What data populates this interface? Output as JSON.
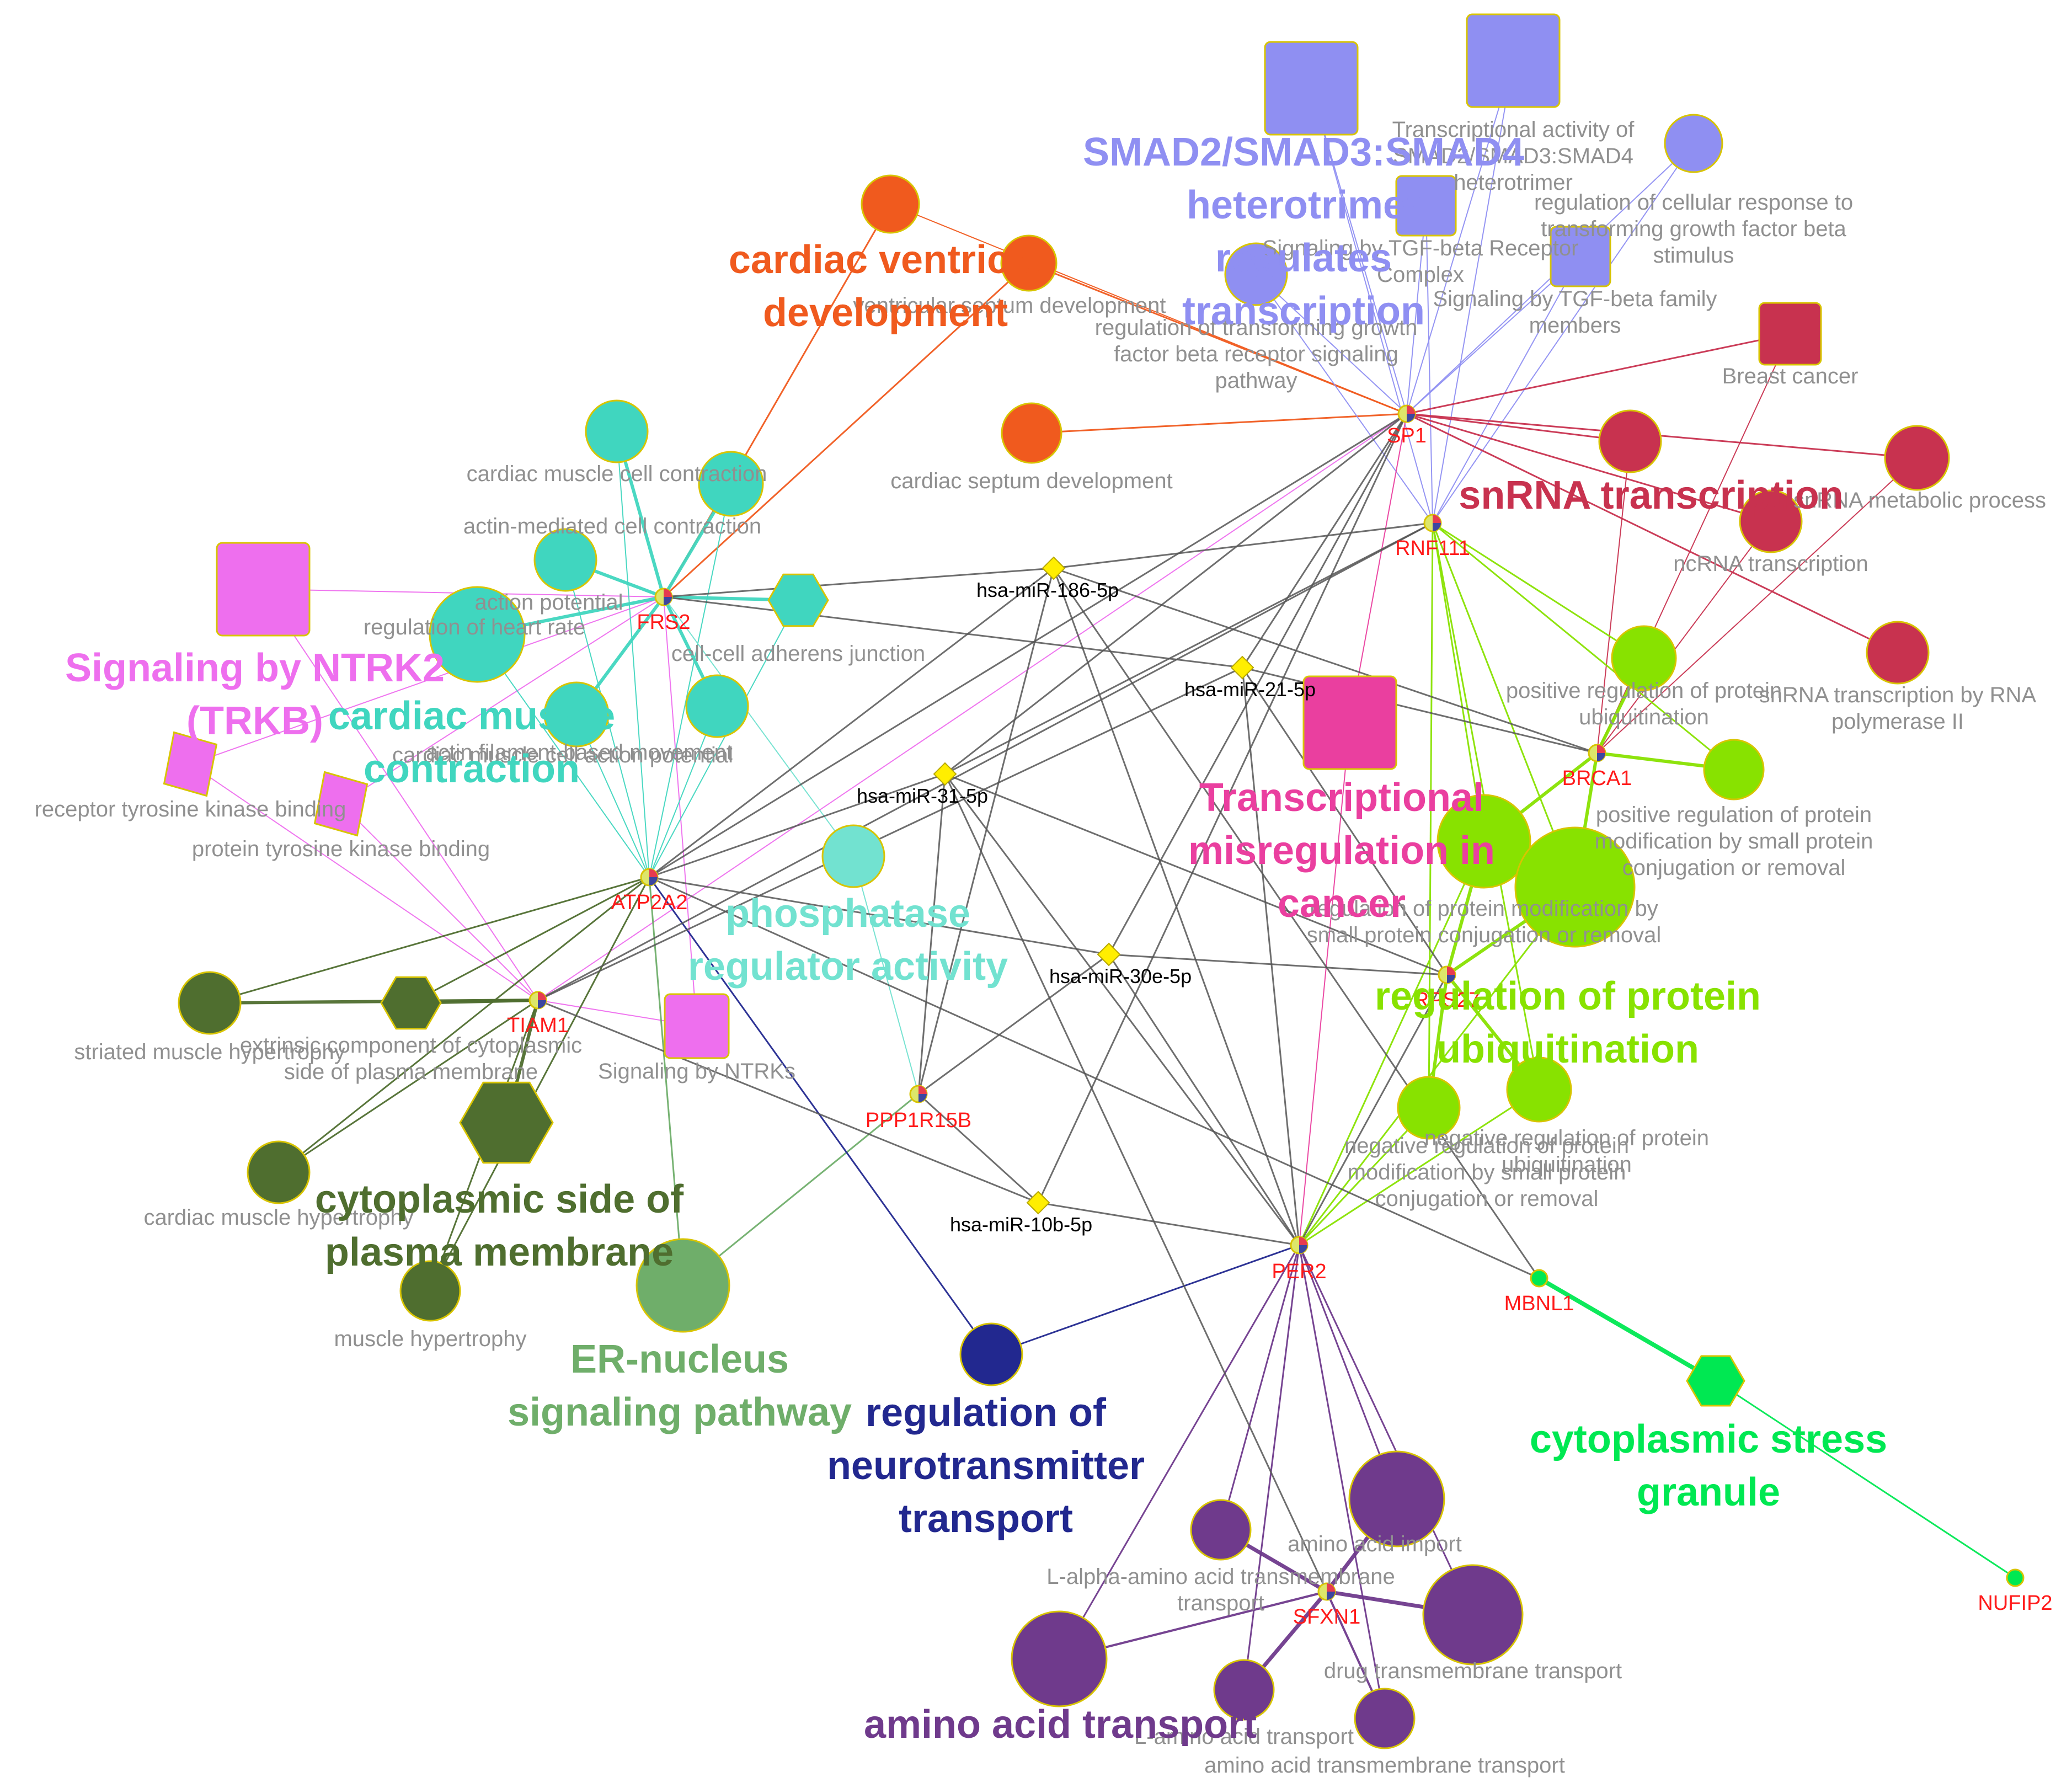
{
  "title": "",
  "colors": {
    "edge_mirna": "#555555",
    "mirna_node": "#ffee00",
    "mirna_border": "#b8a800",
    "node_border": "#d8c400",
    "gene_node": "#dde66a",
    "gene_label": "#ff1a1a",
    "mirna_label": "#000000",
    "term_label": "#909090"
  },
  "clusters": [
    {
      "id": "cardiac_ventricle",
      "label": "cardiac ventricle\ndevelopment",
      "color": "#f05a1e"
    },
    {
      "id": "smad",
      "label": "SMAD2/SMAD3:SMAD4\nheterotrimer\nregulates\ntranscription",
      "color": "#8f8ff2"
    },
    {
      "id": "snrna",
      "label": "snRNA transcription",
      "color": "#c8324f"
    },
    {
      "id": "ntrk2",
      "label": "Signaling by NTRK2\n(TRKB)",
      "color": "#ee6fee"
    },
    {
      "id": "cardiac_muscle",
      "label": "cardiac muscle\ncontraction",
      "color": "#40d6bf"
    },
    {
      "id": "transcr_misreg",
      "label": "Transcriptional\nmisregulation in\ncancer",
      "color": "#ea3f9f"
    },
    {
      "id": "phosphatase",
      "label": "phosphatase\nregulator activity",
      "color": "#72e2d0"
    },
    {
      "id": "prot_ubiq",
      "label": "regulation of protein\nubiquitination",
      "color": "#88e200"
    },
    {
      "id": "cytoplasmic_side",
      "label": "cytoplasmic side of\nplasma membrane",
      "color": "#4f6e2f"
    },
    {
      "id": "er_nucleus",
      "label": "ER-nucleus\nsignaling pathway",
      "color": "#6fae6a"
    },
    {
      "id": "neurotransmitter",
      "label": "regulation of\nneurotransmitter\ntransport",
      "color": "#22288f"
    },
    {
      "id": "stress_granule",
      "label": "cytoplasmic stress\ngranule",
      "color": "#00e852"
    },
    {
      "id": "amino_acid",
      "label": "amino acid transport",
      "color": "#6f3a8c"
    }
  ],
  "genes": [
    {
      "id": "SP1",
      "label": "SP1"
    },
    {
      "id": "RNF111",
      "label": "RNF111"
    },
    {
      "id": "FRS2",
      "label": "FRS2"
    },
    {
      "id": "BRCA1",
      "label": "BRCA1"
    },
    {
      "id": "ATP2A2",
      "label": "ATP2A2"
    },
    {
      "id": "TIAM1",
      "label": "TIAM1"
    },
    {
      "id": "RPS27",
      "label": "RPS27"
    },
    {
      "id": "PPP1R15B",
      "label": "PPP1R15B"
    },
    {
      "id": "PER2",
      "label": "PER2"
    },
    {
      "id": "MBNL1",
      "label": "MBNL1"
    },
    {
      "id": "SFXN1",
      "label": "SFXN1"
    },
    {
      "id": "NUFIP2",
      "label": "NUFIP2"
    }
  ],
  "mirnas": [
    {
      "id": "m186",
      "label": "hsa-miR-186-5p"
    },
    {
      "id": "m21",
      "label": "hsa-miR-21-5p"
    },
    {
      "id": "m31",
      "label": "hsa-miR-31-5p"
    },
    {
      "id": "m30e",
      "label": "hsa-miR-30e-5p"
    },
    {
      "id": "m10b",
      "label": "hsa-miR-10b-5p"
    }
  ],
  "terms": [
    {
      "id": "t_vsd",
      "label": "ventricular septum development",
      "cluster": "cardiac_ventricle",
      "shape": "circle"
    },
    {
      "id": "t_csd",
      "label": "cardiac septum development",
      "cluster": "cardiac_ventricle",
      "shape": "circle"
    },
    {
      "id": "t_cvd",
      "label": "",
      "cluster": "cardiac_ventricle",
      "shape": "circle"
    },
    {
      "id": "t_smad_sq1",
      "label": "",
      "cluster": "smad",
      "shape": "square"
    },
    {
      "id": "t_smad_sq2",
      "label": "Transcriptional activity of\nSMAD2/SMAD3:SMAD4\nheterotrimer",
      "cluster": "smad",
      "shape": "square"
    },
    {
      "id": "t_crtgf",
      "label": "regulation of cellular response to\ntransforming growth factor beta\nstimulus",
      "cluster": "smad",
      "shape": "circle"
    },
    {
      "id": "t_tgfrc",
      "label": "Signaling by TGF-beta Receptor\nComplex",
      "cluster": "smad",
      "shape": "square"
    },
    {
      "id": "t_tgffam",
      "label": "Signaling by TGF-beta family\nmembers",
      "cluster": "smad",
      "shape": "square"
    },
    {
      "id": "t_rtgf",
      "label": "regulation of transforming growth\nfactor beta receptor signaling\npathway",
      "cluster": "smad",
      "shape": "circle"
    },
    {
      "id": "t_bc",
      "label": "Breast cancer",
      "cluster": "snrna",
      "shape": "square"
    },
    {
      "id": "t_snmeta",
      "label": "snRNA metabolic process",
      "cluster": "snrna",
      "shape": "circle"
    },
    {
      "id": "t_sn1",
      "label": "",
      "cluster": "snrna",
      "shape": "circle"
    },
    {
      "id": "t_ncrna",
      "label": "ncRNA transcription",
      "cluster": "snrna",
      "shape": "circle"
    },
    {
      "id": "t_snpol",
      "label": "snRNA transcription by RNA\npolymerase II",
      "cluster": "snrna",
      "shape": "circle"
    },
    {
      "id": "t_snrna",
      "label": "",
      "cluster": "snrna",
      "shape": "circle"
    },
    {
      "id": "t_ntrk2",
      "label": "",
      "cluster": "ntrk2",
      "shape": "square"
    },
    {
      "id": "t_rtkb",
      "label": "receptor tyrosine kinase binding",
      "cluster": "ntrk2",
      "shape": "parallelogram"
    },
    {
      "id": "t_ptkb",
      "label": "protein tyrosine kinase binding",
      "cluster": "ntrk2",
      "shape": "parallelogram"
    },
    {
      "id": "t_sntrks",
      "label": "Signaling by NTRKs",
      "cluster": "ntrk2",
      "shape": "square"
    },
    {
      "id": "t_cmcc",
      "label": "cardiac muscle cell contraction",
      "cluster": "cardiac_muscle",
      "shape": "circle"
    },
    {
      "id": "t_amcc",
      "label": "actin-mediated cell contraction",
      "cluster": "cardiac_muscle",
      "shape": "circle"
    },
    {
      "id": "t_ap",
      "label": "action potential",
      "cluster": "cardiac_muscle",
      "shape": "circle"
    },
    {
      "id": "t_rhr",
      "label": "regulation of heart rate",
      "cluster": "cardiac_muscle",
      "shape": "circle"
    },
    {
      "id": "t_caj",
      "label": "cell-cell adherens junction",
      "cluster": "cardiac_muscle",
      "shape": "hexagon"
    },
    {
      "id": "t_cmc",
      "label": "",
      "cluster": "cardiac_muscle",
      "shape": "circle"
    },
    {
      "id": "t_afbm",
      "label": "actin filament-based movement",
      "cluster": "cardiac_muscle",
      "shape": "circle"
    },
    {
      "id": "t_cmcap",
      "label": "cardiac muscle cell action potential",
      "cluster": "cardiac_muscle",
      "shape": "circle"
    },
    {
      "id": "t_tmc",
      "label": "",
      "cluster": "transcr_misreg",
      "shape": "square"
    },
    {
      "id": "t_pra",
      "label": "",
      "cluster": "phosphatase",
      "shape": "circle"
    },
    {
      "id": "t_prpu",
      "label": "positive regulation of protein\nubiquitination",
      "cluster": "prot_ubiq",
      "shape": "circle"
    },
    {
      "id": "t_prpm",
      "label": "positive regulation of protein\nmodification by small protein\nconjugation or removal",
      "cluster": "prot_ubiq",
      "shape": "circle"
    },
    {
      "id": "t_rpm",
      "label": "regulation of protein modification by\nsmall protein conjugation or removal",
      "cluster": "prot_ubiq",
      "shape": "circle"
    },
    {
      "id": "t_rpu",
      "label": "",
      "cluster": "prot_ubiq",
      "shape": "circle"
    },
    {
      "id": "t_nrpu",
      "label": "negative regulation of protein\nubiquitination",
      "cluster": "prot_ubiq",
      "shape": "circle"
    },
    {
      "id": "t_nrpm",
      "label": "negative regulation of protein\nmodification by small protein\nconjugation or removal",
      "cluster": "prot_ubiq",
      "shape": "circle"
    },
    {
      "id": "t_smh",
      "label": "striated muscle hypertrophy",
      "cluster": "cytoplasmic_side",
      "shape": "circle"
    },
    {
      "id": "t_ecc",
      "label": "extrinsic component of cytoplasmic\nside of plasma membrane",
      "cluster": "cytoplasmic_side",
      "shape": "hexagon"
    },
    {
      "id": "t_cspm",
      "label": "",
      "cluster": "cytoplasmic_side",
      "shape": "hexagon"
    },
    {
      "id": "t_cmh",
      "label": "cardiac muscle hypertrophy",
      "cluster": "cytoplasmic_side",
      "shape": "circle"
    },
    {
      "id": "t_mh",
      "label": "muscle hypertrophy",
      "cluster": "cytoplasmic_side",
      "shape": "circle"
    },
    {
      "id": "t_er",
      "label": "",
      "cluster": "er_nucleus",
      "shape": "circle"
    },
    {
      "id": "t_nt",
      "label": "",
      "cluster": "neurotransmitter",
      "shape": "circle"
    },
    {
      "id": "t_csg",
      "label": "",
      "cluster": "stress_granule",
      "shape": "hexagon"
    },
    {
      "id": "t_aai",
      "label": "amino acid import",
      "cluster": "amino_acid",
      "shape": "circle"
    },
    {
      "id": "t_laatm",
      "label": "L-alpha-amino acid transmembrane\ntransport",
      "cluster": "amino_acid",
      "shape": "circle"
    },
    {
      "id": "t_dtt",
      "label": "drug transmembrane transport",
      "cluster": "amino_acid",
      "shape": "circle"
    },
    {
      "id": "t_aat",
      "label": "",
      "cluster": "amino_acid",
      "shape": "circle"
    },
    {
      "id": "t_laat",
      "label": "L-amino acid transport",
      "cluster": "amino_acid",
      "shape": "circle"
    },
    {
      "id": "t_aatm",
      "label": "amino acid transmembrane transport",
      "cluster": "amino_acid",
      "shape": "circle"
    },
    {
      "id": "t_aa7",
      "label": "",
      "cluster": "amino_acid",
      "shape": "circle"
    }
  ]
}
